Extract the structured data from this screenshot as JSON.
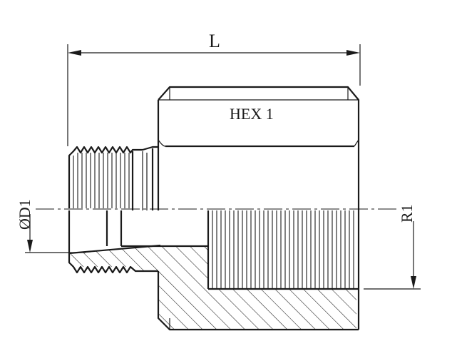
{
  "drawing": {
    "labels": {
      "length": "L",
      "hex": "HEX 1",
      "diameter": "ØD1",
      "thread": "R1"
    }
  }
}
